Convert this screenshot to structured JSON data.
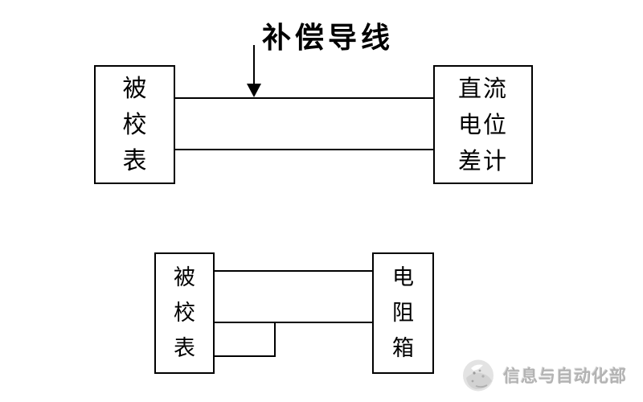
{
  "colors": {
    "line": "#000000",
    "background": "#ffffff",
    "watermark_text": "#b3b3b3",
    "watermark_logo": "#d6d6d6"
  },
  "top_diagram": {
    "label": "补偿导线",
    "left_box": {
      "lines": [
        "被",
        "校",
        "表"
      ]
    },
    "right_box": {
      "lines": [
        "直流",
        "电位",
        "差计"
      ]
    }
  },
  "bottom_diagram": {
    "left_box": {
      "lines": [
        "被",
        "校",
        "表"
      ]
    },
    "right_box": {
      "lines": [
        "电",
        "阻",
        "箱"
      ]
    }
  },
  "watermark": {
    "text": "信息与自动化部",
    "logo": "swirl-logo-icon"
  }
}
